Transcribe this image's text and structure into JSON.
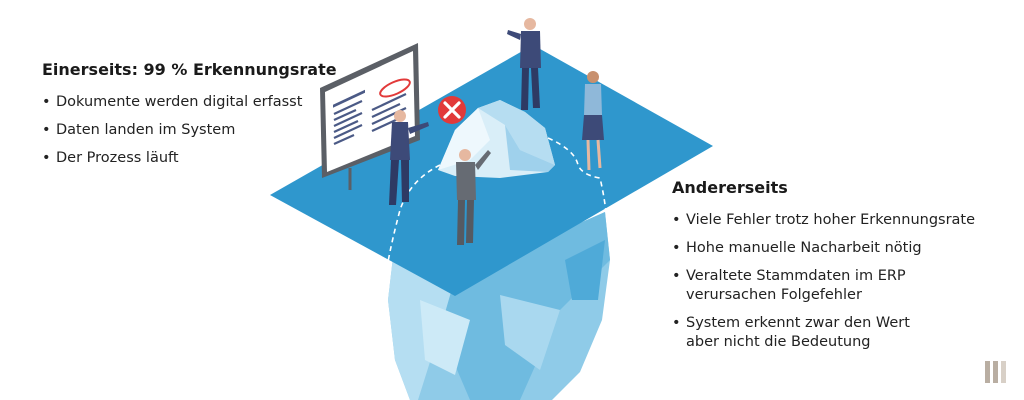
{
  "left": {
    "heading": "Einerseits: 99 % Erkennungsrate",
    "items": [
      {
        "lines": [
          "Dokumente werden digital erfasst"
        ]
      },
      {
        "lines": [
          "Daten landen im System"
        ]
      },
      {
        "lines": [
          "Der Prozess läuft"
        ]
      }
    ]
  },
  "right": {
    "heading": "Andererseits",
    "items": [
      {
        "lines": [
          "Viele Fehler trotz hoher Erkennungsrate"
        ]
      },
      {
        "lines": [
          "Hohe manuelle Nacharbeit nötig"
        ]
      },
      {
        "lines": [
          "Veraltete Stammdaten im ERP",
          "verursachen Folgefehler"
        ]
      },
      {
        "lines": [
          "System erkennt zwar den Wert",
          "aber nicht die Bedeutung"
        ]
      }
    ]
  },
  "colors": {
    "water": "#2f97cd",
    "ice_light": "#d9eef8",
    "ice_mid": "#8fcbe8",
    "ice_deep": "#4faad8",
    "alert": "#e23a3a",
    "suit": "#3d4a78",
    "suit_gray": "#666b73",
    "brand_mark": "#b9aea2"
  },
  "icons": {
    "alert_badge": "close-icon",
    "brand_mark": "bars-logo-icon"
  }
}
